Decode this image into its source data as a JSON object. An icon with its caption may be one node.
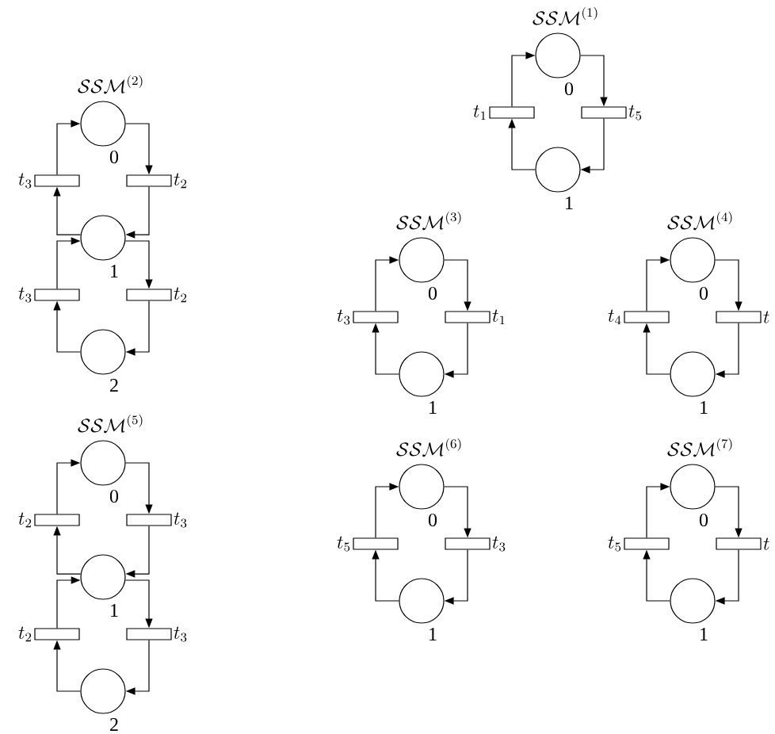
{
  "diagram": {
    "nodes": [
      {
        "text": [],
        "shape": "circle",
        "beside": [
          "0"
        ]
      },
      {
        "text": [],
        "shape": "bar",
        "beside": [
          "t_3"
        ]
      },
      {
        "text": [],
        "shape": "bar",
        "beside": [
          "t_2"
        ]
      },
      {
        "text": [],
        "shape": "circle",
        "beside": [
          "1"
        ]
      },
      {
        "text": [],
        "shape": "bar",
        "beside": [
          "t_3"
        ]
      },
      {
        "text": [],
        "shape": "bar",
        "beside": [
          "t_2"
        ]
      },
      {
        "text": [],
        "shape": "circle",
        "beside": [
          "2"
        ]
      },
      {
        "text": [],
        "shape": "circle",
        "beside": [
          "0"
        ]
      },
      {
        "text": [],
        "shape": "bar",
        "beside": [
          "t_1"
        ]
      },
      {
        "text": [],
        "shape": "bar",
        "beside": [
          "t_5"
        ]
      },
      {
        "text": [],
        "shape": "circle",
        "beside": [
          "1"
        ]
      },
      {
        "text": [],
        "shape": "circle",
        "beside": [
          "0"
        ]
      },
      {
        "text": [],
        "shape": "bar",
        "beside": [
          "t_3"
        ]
      },
      {
        "text": [],
        "shape": "bar",
        "beside": [
          "t_1"
        ]
      },
      {
        "text": [],
        "shape": "circle",
        "beside": [
          "1"
        ]
      },
      {
        "text": [],
        "shape": "circle",
        "beside": [
          "0"
        ]
      },
      {
        "text": [],
        "shape": "bar",
        "beside": [
          "t_4"
        ]
      },
      {
        "text": [],
        "shape": "bar",
        "beside": [
          "t"
        ]
      },
      {
        "text": [],
        "shape": "circle",
        "beside": [
          "1"
        ]
      },
      {
        "text": [],
        "shape": "circle",
        "beside": [
          "0"
        ]
      },
      {
        "text": [],
        "shape": "bar",
        "beside": [
          "t_2"
        ]
      },
      {
        "text": [],
        "shape": "bar",
        "beside": [
          "t_3"
        ]
      },
      {
        "text": [],
        "shape": "circle",
        "beside": [
          "1"
        ]
      },
      {
        "text": [],
        "shape": "bar",
        "beside": [
          "t_2"
        ]
      },
      {
        "text": [],
        "shape": "bar",
        "beside": [
          "t_3"
        ]
      },
      {
        "text": [],
        "shape": "circle",
        "beside": [
          "2"
        ]
      },
      {
        "text": [],
        "shape": "circle",
        "beside": [
          "0"
        ]
      },
      {
        "text": [],
        "shape": "bar",
        "beside": [
          "t_5"
        ]
      },
      {
        "text": [],
        "shape": "bar",
        "beside": [
          "t_3"
        ]
      },
      {
        "text": [],
        "shape": "circle",
        "beside": [
          "1"
        ]
      },
      {
        "text": [],
        "shape": "circle",
        "beside": [
          "0"
        ]
      },
      {
        "text": [],
        "shape": "bar",
        "beside": [
          "t_5"
        ]
      },
      {
        "text": [],
        "shape": "bar",
        "beside": [
          "t"
        ]
      },
      {
        "text": [],
        "shape": "circle",
        "beside": [
          "1"
        ]
      }
    ],
    "edges": [
      {
        "from": 0,
        "to": 2,
        "arrow": "to"
      },
      {
        "from": 2,
        "to": 3,
        "arrow": "to"
      },
      {
        "from": 3,
        "to": 1,
        "arrow": "to"
      },
      {
        "from": 1,
        "to": 0,
        "arrow": "to"
      },
      {
        "from": 3,
        "to": 5,
        "arrow": "to"
      },
      {
        "from": 5,
        "to": 6,
        "arrow": "to"
      },
      {
        "from": 6,
        "to": 4,
        "arrow": "to"
      },
      {
        "from": 4,
        "to": 3,
        "arrow": "to"
      },
      {
        "from": 7,
        "to": 9,
        "arrow": "to"
      },
      {
        "from": 9,
        "to": 10,
        "arrow": "to"
      },
      {
        "from": 10,
        "to": 8,
        "arrow": "to"
      },
      {
        "from": 8,
        "to": 7,
        "arrow": "to"
      },
      {
        "from": 11,
        "to": 13,
        "arrow": "to"
      },
      {
        "from": 13,
        "to": 14,
        "arrow": "to"
      },
      {
        "from": 14,
        "to": 12,
        "arrow": "to"
      },
      {
        "from": 12,
        "to": 11,
        "arrow": "to"
      },
      {
        "from": 15,
        "to": 17,
        "arrow": "to"
      },
      {
        "from": 17,
        "to": 18,
        "arrow": "to"
      },
      {
        "from": 18,
        "to": 16,
        "arrow": "to"
      },
      {
        "from": 16,
        "to": 15,
        "arrow": "to"
      },
      {
        "from": 19,
        "to": 21,
        "arrow": "to"
      },
      {
        "from": 21,
        "to": 22,
        "arrow": "to"
      },
      {
        "from": 22,
        "to": 20,
        "arrow": "to"
      },
      {
        "from": 20,
        "to": 19,
        "arrow": "to"
      },
      {
        "from": 22,
        "to": 24,
        "arrow": "to"
      },
      {
        "from": 24,
        "to": 25,
        "arrow": "to"
      },
      {
        "from": 25,
        "to": 23,
        "arrow": "to"
      },
      {
        "from": 23,
        "to": 22,
        "arrow": "to"
      },
      {
        "from": 26,
        "to": 28,
        "arrow": "to"
      },
      {
        "from": 28,
        "to": 29,
        "arrow": "to"
      },
      {
        "from": 29,
        "to": 27,
        "arrow": "to"
      },
      {
        "from": 27,
        "to": 26,
        "arrow": "to"
      },
      {
        "from": 30,
        "to": 32,
        "arrow": "to"
      },
      {
        "from": 32,
        "to": 33,
        "arrow": "to"
      },
      {
        "from": 33,
        "to": 31,
        "arrow": "to"
      },
      {
        "from": 31,
        "to": 30,
        "arrow": "to"
      }
    ],
    "labels": [
      "\\mathcal{SSM}^{(2)}",
      "\\mathcal{SSM}^{(1)}",
      "\\mathcal{SSM}^{(3)}",
      "\\mathcal{SSM}^{(4)}",
      "\\mathcal{SSM}^{(5)}",
      "\\mathcal{SSM}^{(6)}",
      "\\mathcal{SSM}^{(7)}"
    ]
  }
}
